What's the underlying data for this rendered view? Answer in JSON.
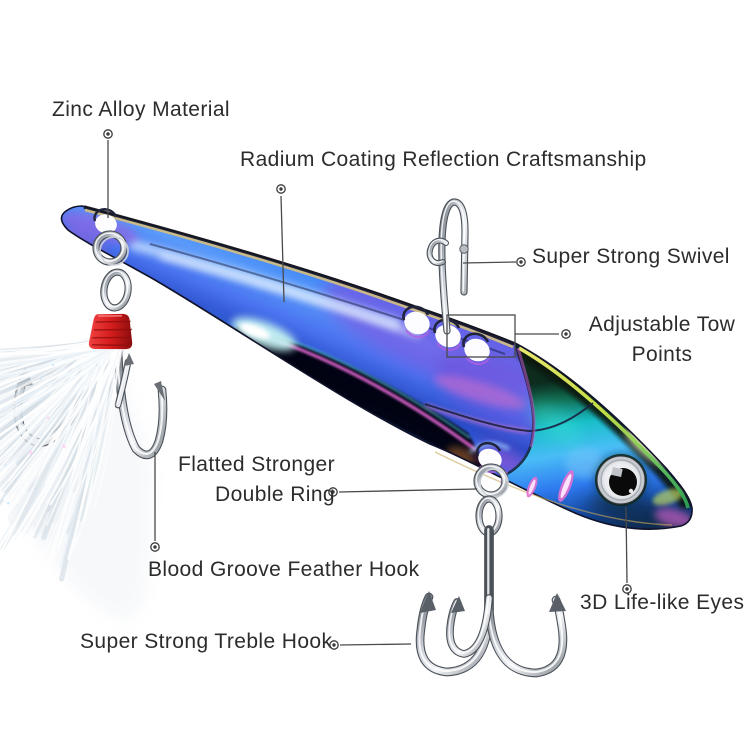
{
  "diagram": {
    "callouts": {
      "zinc": "Zinc Alloy Material",
      "radium": "Radium Coating Reflection Craftsmanship",
      "swivel": "Super Strong Swivel",
      "tow_line1": "Adjustable Tow",
      "tow_line2": "Points",
      "ring_line1": "Flatted Stronger",
      "ring_line2": "Double Ring",
      "feather": "Blood Groove Feather Hook",
      "treble": "Super Strong Treble Hook",
      "eyes": "3D Life-like Eyes"
    },
    "colors": {
      "label_text": "#2c2c2c",
      "callout_line": "#4a4a4a",
      "body_blue": "#2e7af5",
      "body_cyan": "#30a8f8",
      "iridescent_purple": "#8050e0",
      "iridescent_magenta": "#e86ad8",
      "edge_gold": "#cfbc84",
      "thread_red": "#e02020",
      "metal_silver": "#c6cbd2",
      "background": "#ffffff"
    }
  }
}
